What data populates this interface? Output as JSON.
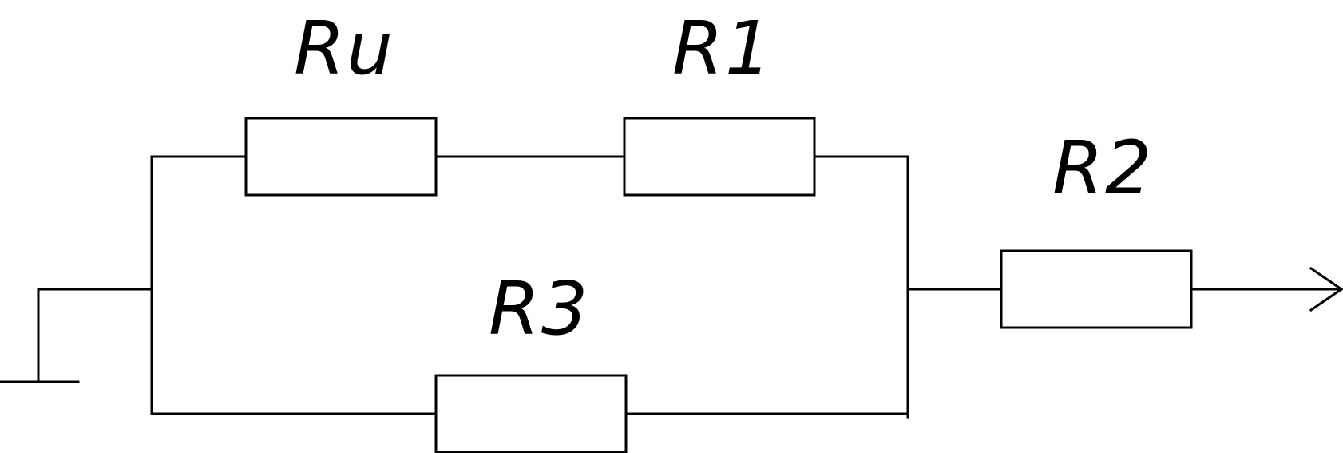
{
  "components": {
    "ru": {
      "label": "Ru"
    },
    "r1": {
      "label": "R1"
    },
    "r2": {
      "label": "R2"
    },
    "r3": {
      "label": "R3"
    }
  },
  "style": {
    "line_color": "#000000",
    "background": "#ffffff"
  }
}
